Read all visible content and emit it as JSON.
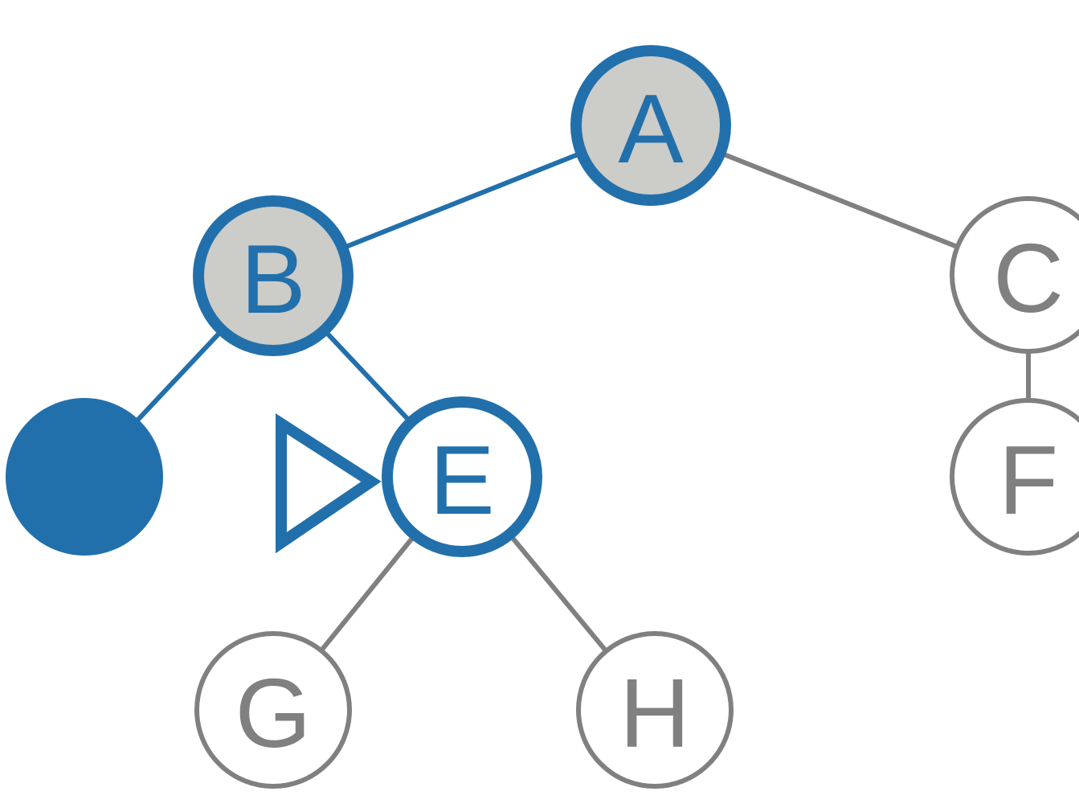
{
  "colors": {
    "visited": "#2270AB",
    "unvisited": "#808080",
    "visited_fill": "#CCCCC8",
    "background": "#FFFFFF"
  },
  "nodes": [
    {
      "id": "A",
      "label": "A",
      "state": "visited"
    },
    {
      "id": "B",
      "label": "B",
      "state": "visited"
    },
    {
      "id": "C",
      "label": "C",
      "state": "unvisited"
    },
    {
      "id": "D",
      "label": "",
      "state": "current"
    },
    {
      "id": "E",
      "label": "E",
      "state": "frontier"
    },
    {
      "id": "F",
      "label": "F",
      "state": "unvisited"
    },
    {
      "id": "G",
      "label": "G",
      "state": "unvisited"
    },
    {
      "id": "H",
      "label": "H",
      "state": "unvisited"
    }
  ],
  "edges": [
    {
      "from": "A",
      "to": "B",
      "state": "visited"
    },
    {
      "from": "A",
      "to": "C",
      "state": "unvisited"
    },
    {
      "from": "B",
      "to": "D",
      "state": "visited"
    },
    {
      "from": "B",
      "to": "E",
      "state": "visited"
    },
    {
      "from": "C",
      "to": "F",
      "state": "unvisited"
    },
    {
      "from": "E",
      "to": "G",
      "state": "unvisited"
    },
    {
      "from": "E",
      "to": "H",
      "state": "unvisited"
    }
  ],
  "pointer": {
    "icon": "play-triangle-icon",
    "target": "E"
  }
}
